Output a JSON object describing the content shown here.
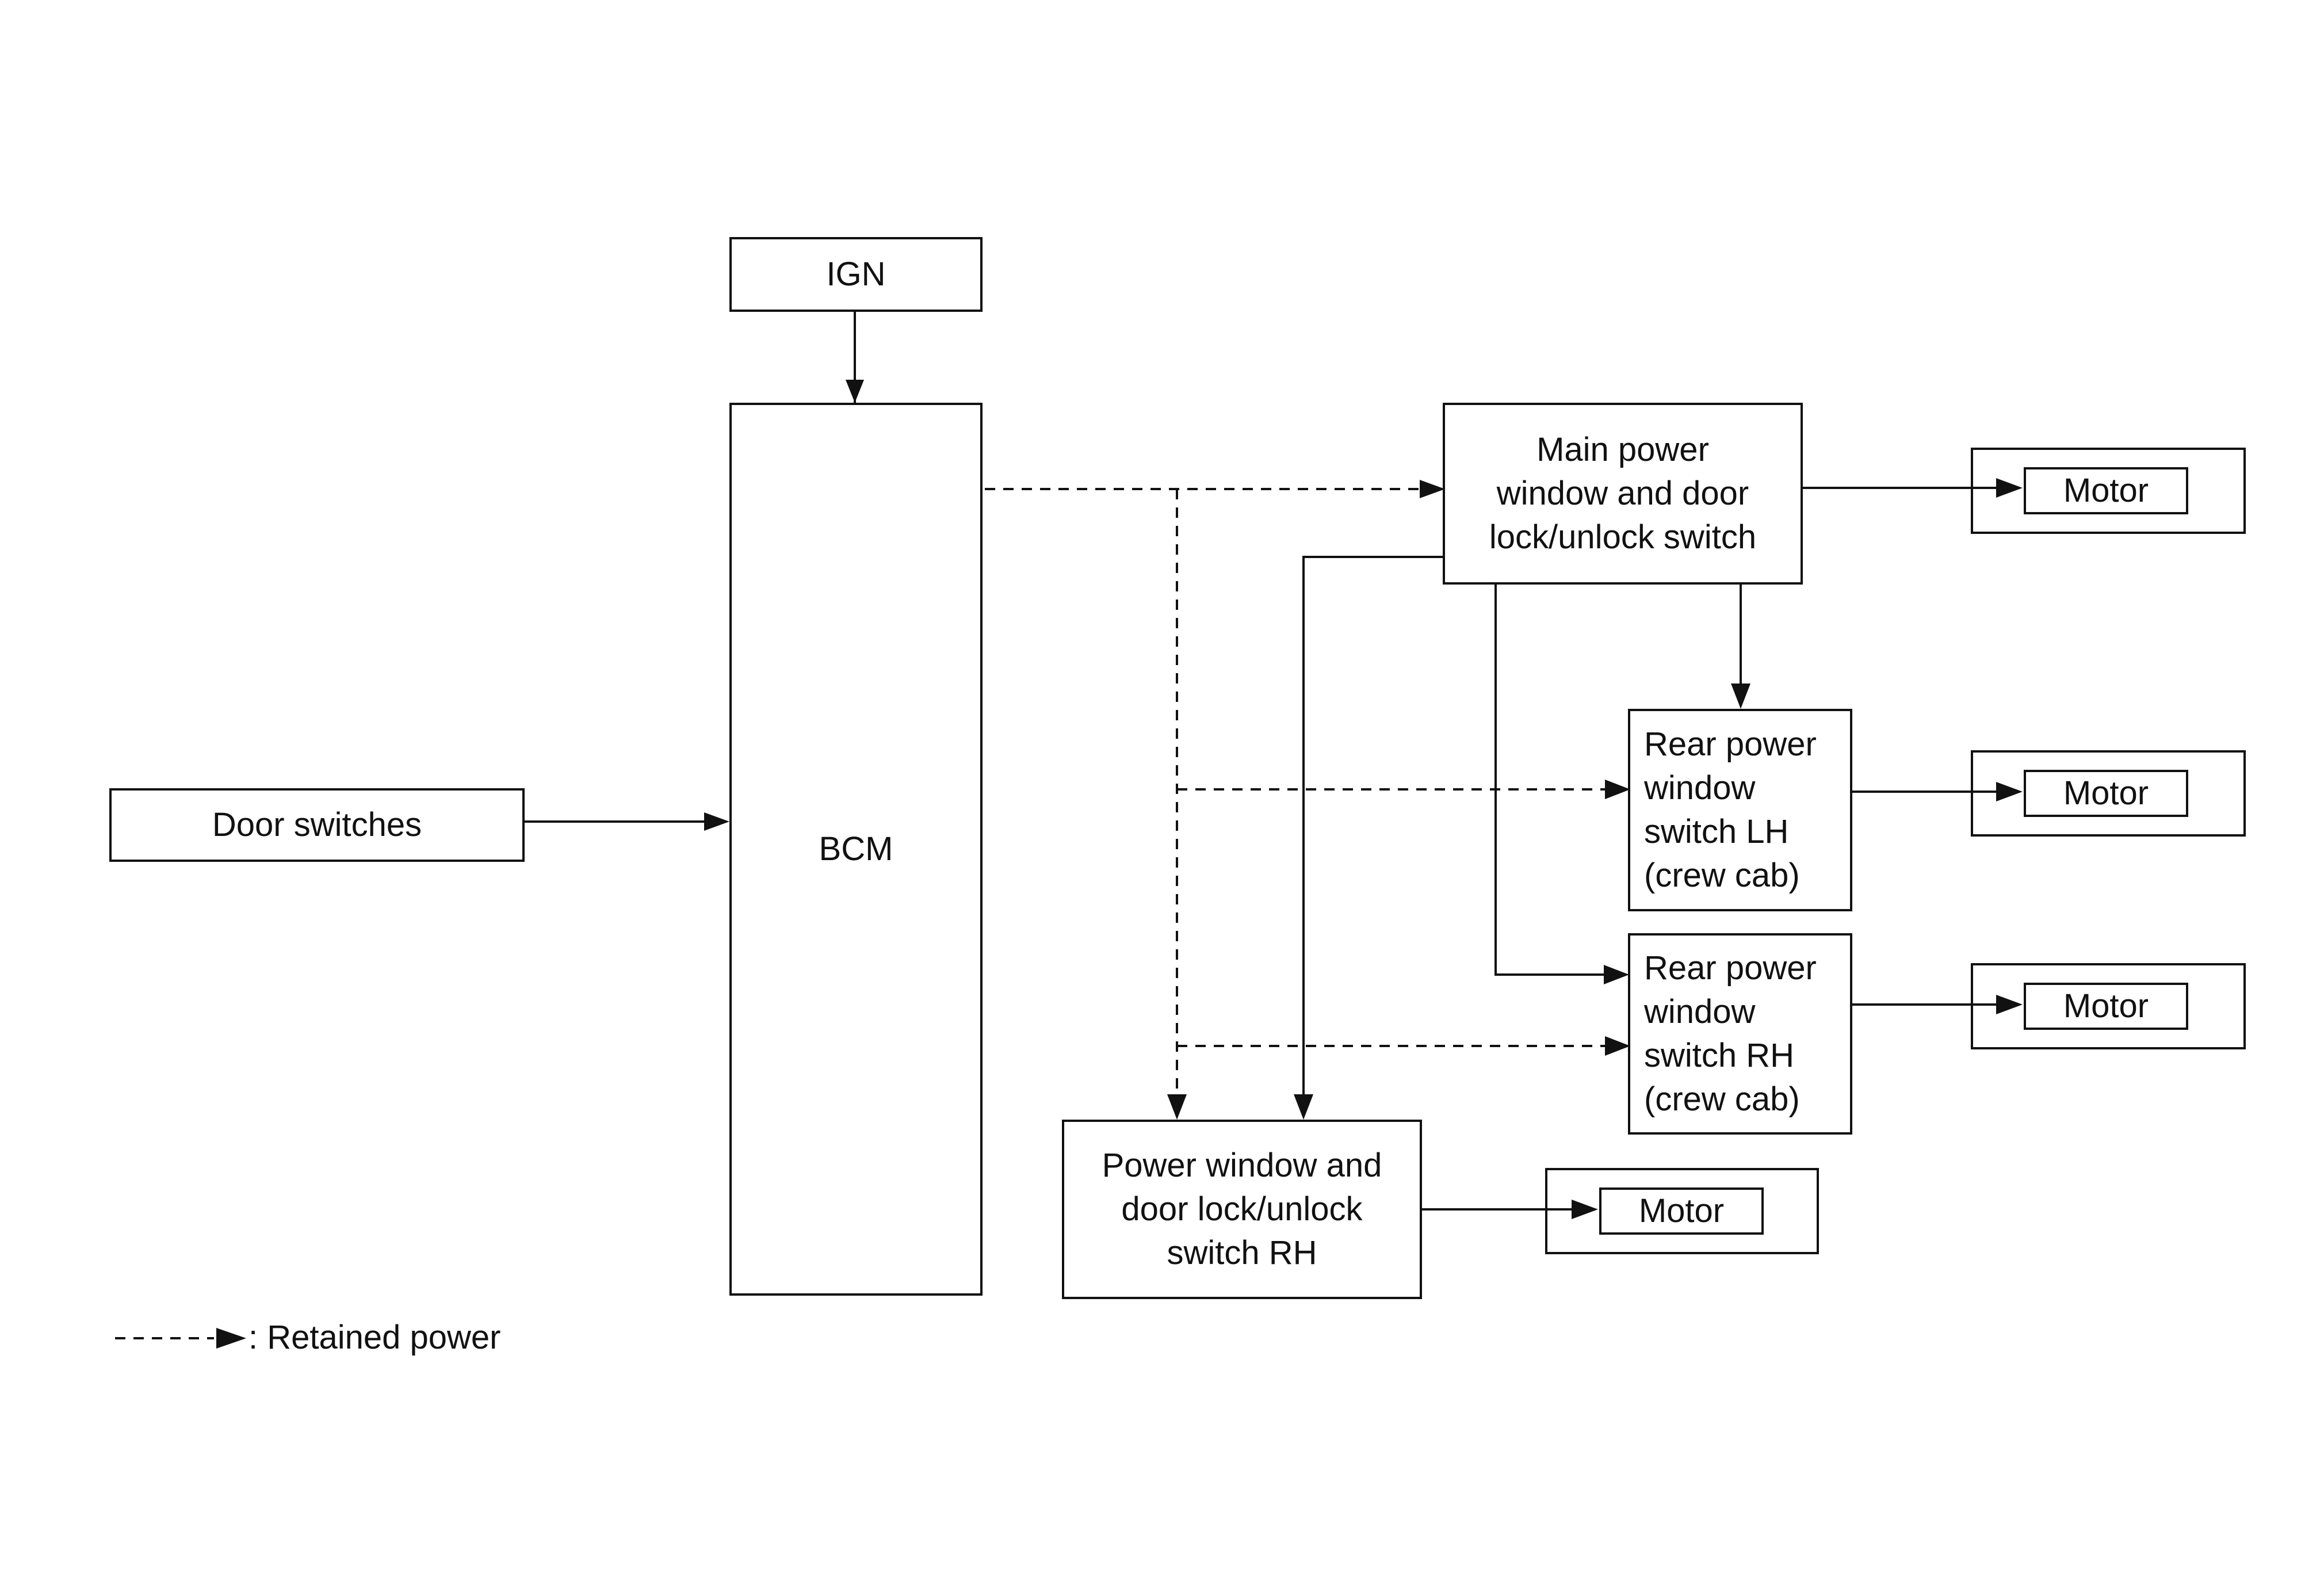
{
  "nodes": {
    "ign": "IGN",
    "bcm": "BCM",
    "door_switches": "Door switches",
    "main_switch": "Main power\nwindow and door\nlock/unlock switch",
    "rear_lh": "Rear power\nwindow\nswitch LH\n(crew cab)",
    "rear_rh": "Rear power\nwindow\nswitch RH\n(crew cab)",
    "switch_rh": "Power window and\ndoor lock/unlock\nswitch RH",
    "motor_main": "Motor",
    "motor_lh": "Motor",
    "motor_rh": "Motor",
    "motor_front_rh": "Motor"
  },
  "legend": {
    "retained_power": ": Retained power"
  },
  "edges": [
    {
      "from": "ign",
      "to": "bcm",
      "style": "solid"
    },
    {
      "from": "door_switches",
      "to": "bcm",
      "style": "solid"
    },
    {
      "from": "bcm",
      "to": "main_switch",
      "style": "dashed"
    },
    {
      "from": "bcm",
      "to": "rear_lh",
      "style": "dashed"
    },
    {
      "from": "bcm",
      "to": "rear_rh",
      "style": "dashed"
    },
    {
      "from": "bcm",
      "to": "switch_rh",
      "style": "dashed"
    },
    {
      "from": "main_switch",
      "to": "rear_lh",
      "style": "solid"
    },
    {
      "from": "main_switch",
      "to": "rear_rh",
      "style": "solid"
    },
    {
      "from": "main_switch",
      "to": "switch_rh",
      "style": "solid"
    },
    {
      "from": "main_switch",
      "to": "motor_main",
      "style": "solid"
    },
    {
      "from": "rear_lh",
      "to": "motor_lh",
      "style": "solid"
    },
    {
      "from": "rear_rh",
      "to": "motor_rh",
      "style": "solid"
    },
    {
      "from": "switch_rh",
      "to": "motor_front_rh",
      "style": "solid"
    }
  ],
  "colors": {
    "line": "#111111",
    "background": "#ffffff"
  }
}
